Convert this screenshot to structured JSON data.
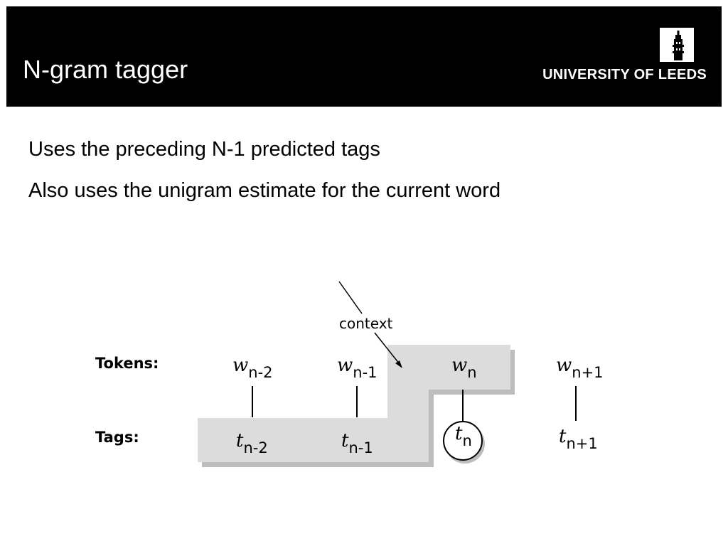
{
  "slide": {
    "title": "N-gram tagger",
    "logo_text": "UNIVERSITY OF LEEDS"
  },
  "bullets": [
    "Uses the preceding N-1 predicted tags",
    "Also uses the unigram estimate for the current word"
  ],
  "diagram": {
    "context_label": "context",
    "tokens_label": "Tokens:",
    "tags_label": "Tags:",
    "tokens": [
      {
        "symbol": "w",
        "subscript": "n-2"
      },
      {
        "symbol": "w",
        "subscript": "n-1"
      },
      {
        "symbol": "w",
        "subscript": "n"
      },
      {
        "symbol": "w",
        "subscript": "n+1"
      }
    ],
    "tags": [
      {
        "symbol": "t",
        "subscript": "n-2"
      },
      {
        "symbol": "t",
        "subscript": "n-1"
      },
      {
        "symbol": "t",
        "subscript": "n"
      },
      {
        "symbol": "t",
        "subscript": "n+1"
      }
    ],
    "colors": {
      "context_fill": "#dcdcdc",
      "shadow": "#bdbdbd"
    }
  }
}
